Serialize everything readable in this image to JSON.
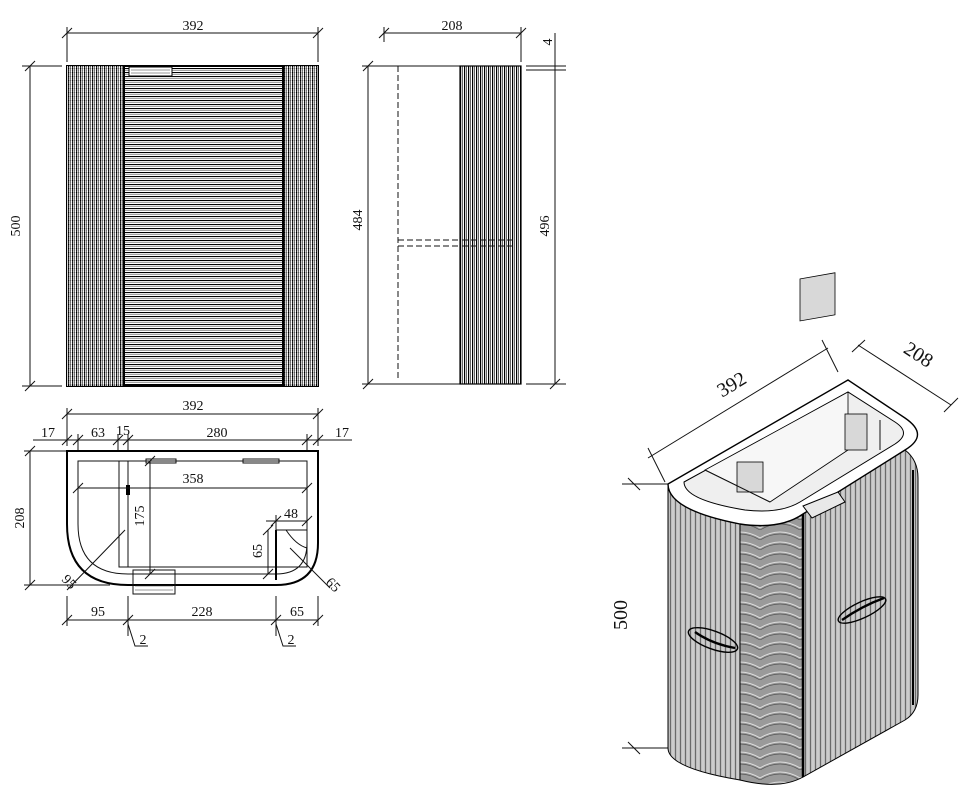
{
  "front_view": {
    "width_label": "392",
    "height_label": "500"
  },
  "side_view": {
    "depth_label": "208",
    "top_offset_label": "4",
    "inner_height_label": "484",
    "outer_height_label": "496"
  },
  "plan_view": {
    "total_width_label": "392",
    "left_edge_label": "17",
    "seg_63_label": "63",
    "seg_15_label": "15",
    "seg_280_label": "280",
    "right_edge_label": "17",
    "inner_358_label": "358",
    "depth_208_label": "208",
    "inner_depth_175_label": "175",
    "small_48_label": "48",
    "small_65_label": "65",
    "radius_95_label": "95",
    "radius_65_label": "65",
    "bottom_95_label": "95",
    "bottom_228_label": "228",
    "bottom_65_label": "65",
    "gap_left_label": "2",
    "gap_right_label": "2"
  },
  "iso_view": {
    "width_label": "392",
    "depth_label": "208",
    "height_label": "500"
  }
}
